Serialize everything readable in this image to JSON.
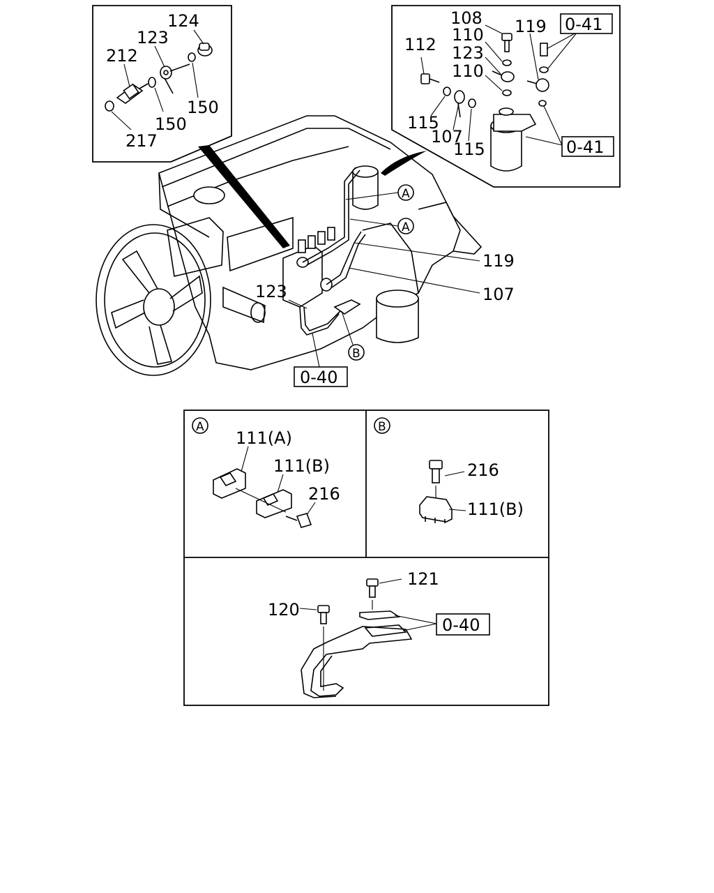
{
  "diagram": {
    "top_left_inset": {
      "labels": [
        "124",
        "123",
        "212",
        "150",
        "150",
        "217"
      ]
    },
    "top_right_inset": {
      "labels": [
        "108",
        "119",
        "110",
        "123",
        "110",
        "112",
        "115",
        "107",
        "115"
      ],
      "refs": [
        "0-41",
        "0-41"
      ]
    },
    "engine_view": {
      "labels": [
        "119",
        "107",
        "123"
      ],
      "callouts": [
        "A",
        "A",
        "B"
      ],
      "ref": "0-40"
    },
    "detail_a": {
      "badge": "A",
      "labels": [
        "111(A)",
        "111(B)",
        "216"
      ]
    },
    "detail_b": {
      "badge": "B",
      "labels": [
        "216",
        "111(B)"
      ]
    },
    "bracket_detail": {
      "labels": [
        "121",
        "120"
      ],
      "ref": "0-40"
    }
  }
}
